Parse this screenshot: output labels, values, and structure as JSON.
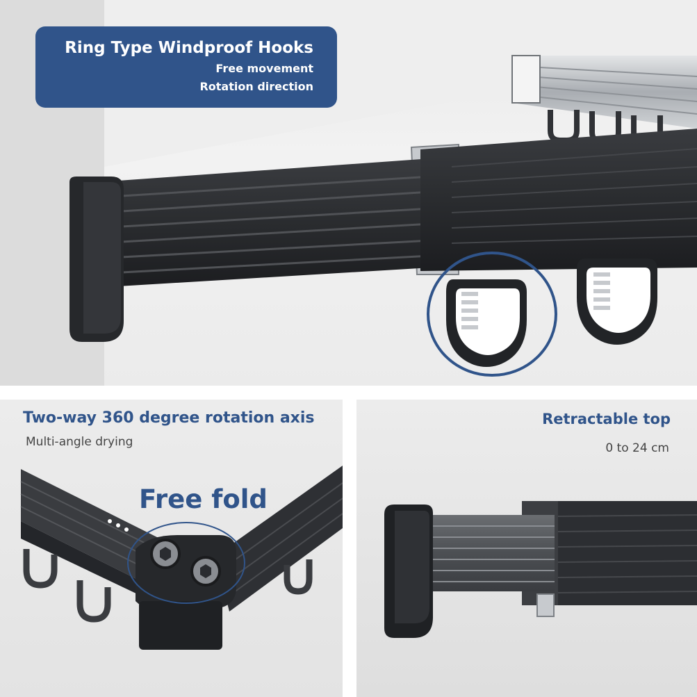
{
  "top_panel": {
    "title": "Ring Type Windproof Hooks",
    "lines": [
      "Free movement",
      "Rotation direction"
    ]
  },
  "bottom_left_panel": {
    "title": "Two-way 360 degree rotation axis",
    "subtitle": "Multi-angle drying",
    "callout": "Free fold"
  },
  "bottom_right_panel": {
    "title": "Retractable top",
    "subtitle": "0 to 24 cm"
  },
  "colors": {
    "accent": "#30548a",
    "rail_dark": "#2b2d30",
    "silver": "#b8bcc0"
  }
}
